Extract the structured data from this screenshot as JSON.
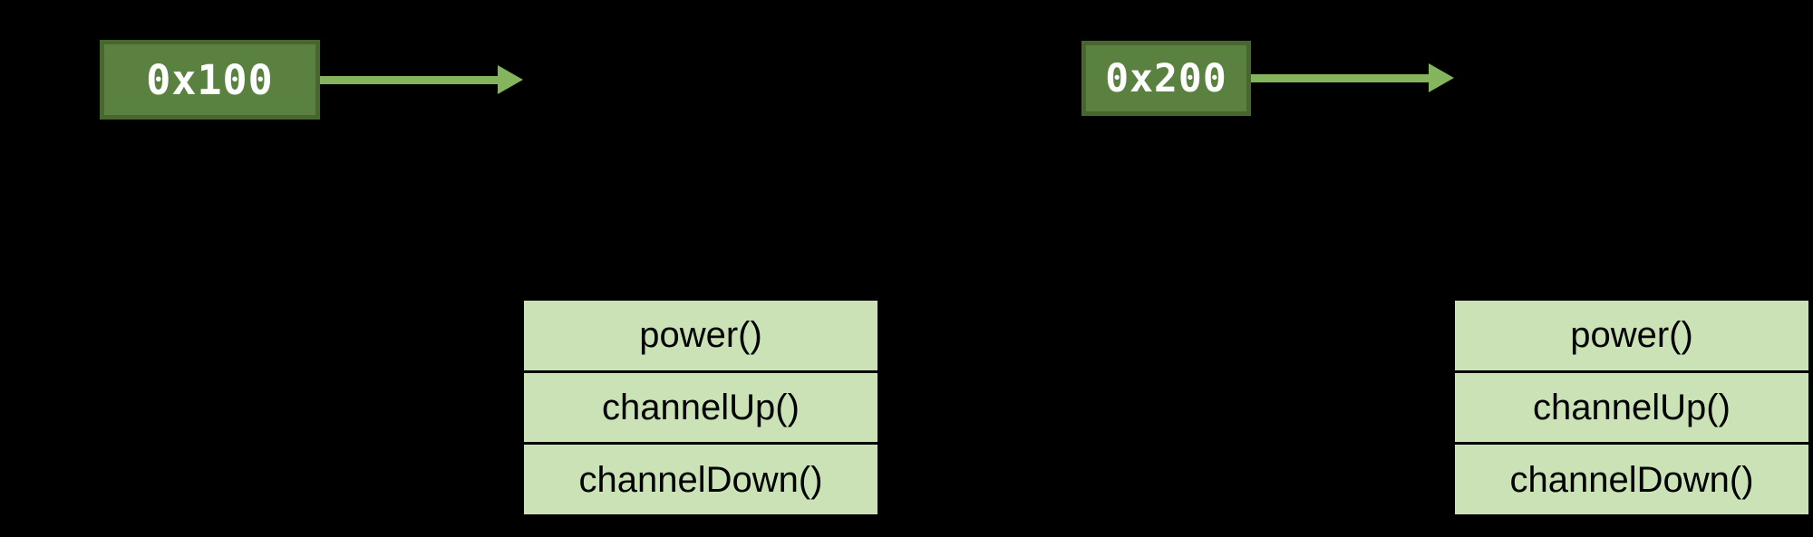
{
  "colors": {
    "bg": "#000000",
    "box_fill": "#5a8140",
    "box_border": "#47672e",
    "box_text": "#ffffff",
    "arrow": "#84b55c",
    "table_fill": "#cbe2b6",
    "table_border": "#000000",
    "table_text": "#000000"
  },
  "pointers": [
    {
      "address": "0x100"
    },
    {
      "address": "0x200"
    }
  ],
  "objects": [
    {
      "methods": [
        "power()",
        "channelUp()",
        "channelDown()"
      ]
    },
    {
      "methods": [
        "power()",
        "channelUp()",
        "channelDown()"
      ]
    }
  ]
}
